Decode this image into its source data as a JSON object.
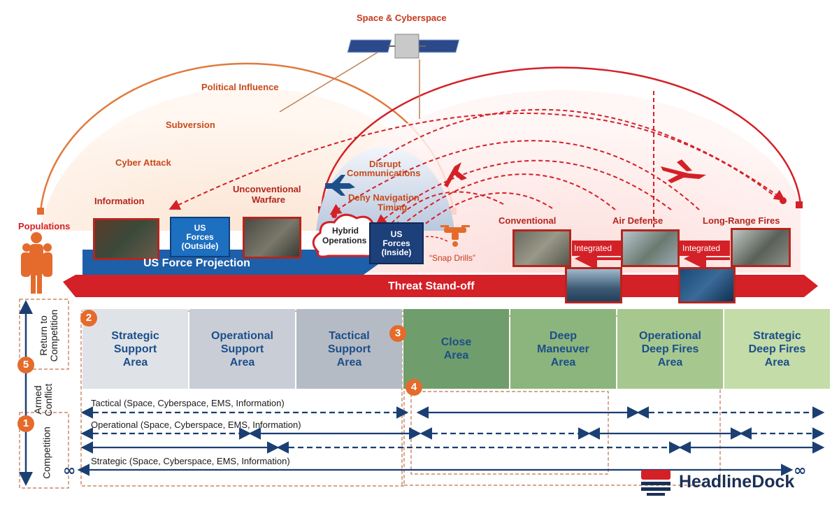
{
  "top": {
    "space_label": "Space & Cyberspace",
    "left_threats": [
      "Political Influence",
      "Subversion",
      "Cyber Attack"
    ],
    "inner_threats": [
      "Disrupt",
      "Communications",
      "Deny Navigation",
      "Timing"
    ]
  },
  "left_group": {
    "populations": "Populations",
    "information": "Information",
    "us_forces_outside": [
      "US",
      "Forces",
      "(Outside)"
    ],
    "unconventional": [
      "Unconventional",
      "Warfare"
    ],
    "hybrid": [
      "Hybrid",
      "Operations"
    ],
    "us_forces_inside": [
      "US",
      "Forces",
      "(Inside)"
    ],
    "projection": "US Force Projection",
    "snap_drills": "“Snap Drills”"
  },
  "right_group": {
    "conventional": "Conventional",
    "air_defense": "Air Defense",
    "long_range": "Long-Range Fires",
    "integrated_1": "Integrated",
    "integrated_2": "Integrated",
    "standoff": "Threat Stand-off"
  },
  "areas": [
    {
      "name": "Strategic Support Area",
      "lines": [
        "Strategic",
        "Support",
        "Area"
      ],
      "color": "#dfe3e8"
    },
    {
      "name": "Operational Support Area",
      "lines": [
        "Operational",
        "Support",
        "Area"
      ],
      "color": "#c9ced6"
    },
    {
      "name": "Tactical Support Area",
      "lines": [
        "Tactical",
        "Support",
        "Area"
      ],
      "color": "#b5bbc4"
    },
    {
      "name": "Close Area",
      "lines": [
        "Close",
        "Area"
      ],
      "color": "#6f9e6c"
    },
    {
      "name": "Deep Maneuver Area",
      "lines": [
        "Deep",
        "Maneuver",
        "Area"
      ],
      "color": "#8bb57c"
    },
    {
      "name": "Operational Deep Fires Area",
      "lines": [
        "Operational",
        "Deep Fires",
        "Area"
      ],
      "color": "#a6c88f"
    },
    {
      "name": "Strategic Deep Fires Area",
      "lines": [
        "Strategic",
        "Deep Fires",
        "Area"
      ],
      "color": "#c4dca8"
    }
  ],
  "badges": [
    "1",
    "2",
    "3",
    "4",
    "5"
  ],
  "phases": {
    "return": [
      "Return to",
      "Competition"
    ],
    "armed": [
      "Armed",
      "Conflict"
    ],
    "competition": "Competition"
  },
  "ranges": {
    "tactical": "Tactical (Space, Cyberspace, EMS, Information)",
    "operational": "Operational (Space, Cyberspace, EMS, Information)",
    "strategic": "Strategic (Space, Cyberspace, EMS, Information)",
    "infinity": "∞"
  },
  "watermark": "HeadlineDock",
  "colors": {
    "threat_red": "#d42027",
    "orange": "#e46b2c",
    "blue": "#1d5fa8",
    "navy": "#1b3f73"
  }
}
